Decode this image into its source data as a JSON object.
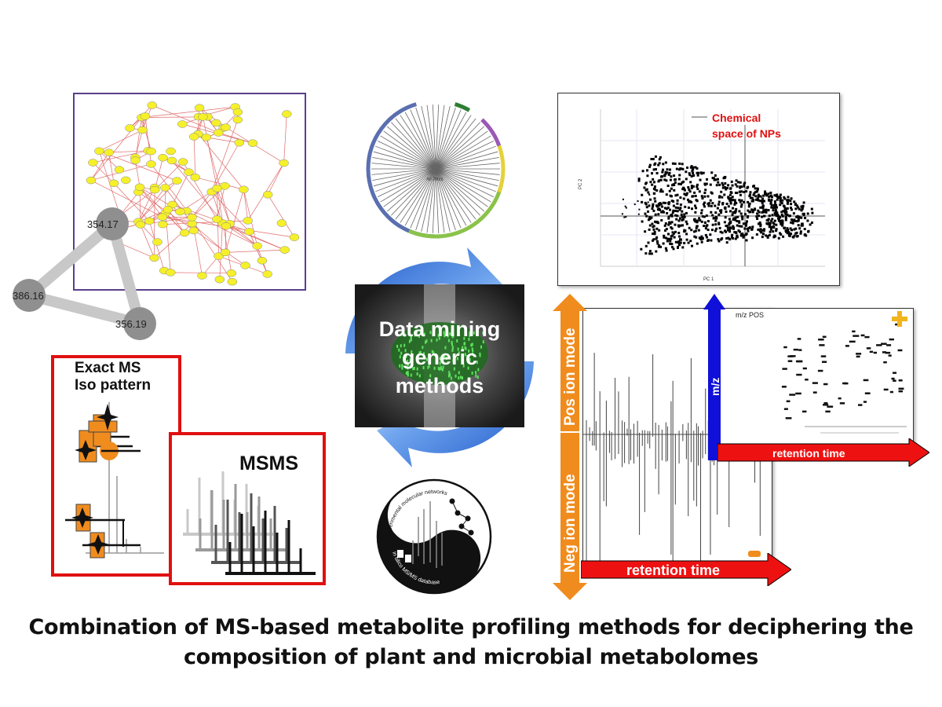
{
  "network": {
    "node_labels": [
      "354.17",
      "386.16",
      "356.19"
    ],
    "colors": {
      "node": "#f5f02a",
      "edge": "#e06b6b",
      "big_node": "#8f8f8f",
      "big_edge": "#c8c8c8"
    }
  },
  "isotope": {
    "label_line1": "Exact MS",
    "label_line2": "Iso pattern",
    "colors": {
      "marker": "#f08c1e",
      "border": "#e01010"
    }
  },
  "msms": {
    "label": "MSMS"
  },
  "center": {
    "line1": "Data mining",
    "line2": "generic",
    "line3": "methods",
    "arrow_color": "#2f6fd6"
  },
  "phylo": {
    "center_label": "All Plnts"
  },
  "yinyang": {
    "arc_top": "experimental molecular networks",
    "arc_bottom": "in silico MS/MS database"
  },
  "pca": {
    "annotation_line1": "Chemical",
    "annotation_line2": "space of NPs",
    "xlabel": "PC 1",
    "ylabel": "PC 2",
    "annotation_color": "#e01010"
  },
  "lcms": {
    "pos_label": "Pos  ion mode",
    "neg_label": "Neg  ion mode",
    "retention_label": "retention time",
    "mz_label": "m/z",
    "mz_pos_label": "m/z POS",
    "retention_label2": "retention time",
    "colors": {
      "ion_axis": "#f08c1e",
      "mz_axis": "#1010d8",
      "rt_arrow": "#ee1111"
    }
  },
  "caption": {
    "line1": "Combination of MS-based metabolite profiling methods for deciphering the",
    "line2": "composition of plant and microbial metabolomes"
  }
}
